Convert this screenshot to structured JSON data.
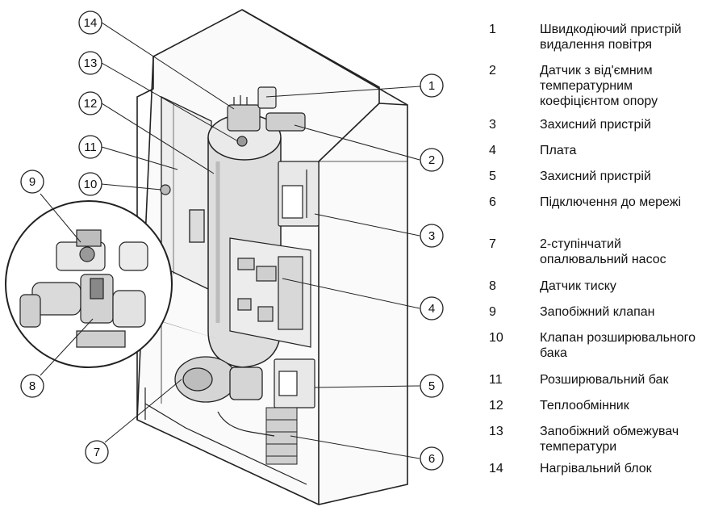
{
  "callouts": [
    "1",
    "2",
    "3",
    "4",
    "5",
    "6",
    "7",
    "8",
    "9",
    "10",
    "11",
    "12",
    "13",
    "14"
  ],
  "legend": [
    {
      "num": "1",
      "text": "Швидкодіючий пристрій видалення повітря"
    },
    {
      "num": "2",
      "text": "Датчик з від'ємним температурним коефіцієнтом опору"
    },
    {
      "num": "3",
      "text": "Захисний пристрій"
    },
    {
      "num": "4",
      "text": "Плата"
    },
    {
      "num": "5",
      "text": "Захисний пристрій"
    },
    {
      "num": "6",
      "text": "Підключення до мережі"
    },
    {
      "num": "7",
      "text": "2-ступінчатий опалювальний насос"
    },
    {
      "num": "8",
      "text": "Датчик тиску"
    },
    {
      "num": "9",
      "text": "Запобіжний клапан"
    },
    {
      "num": "10",
      "text": "Клапан розширювального бака"
    },
    {
      "num": "11",
      "text": "Розширювальний бак"
    },
    {
      "num": "12",
      "text": "Теплообмінник"
    },
    {
      "num": "13",
      "text": "Запобіжний обмежувач температури"
    },
    {
      "num": "14",
      "text": "Нагрівальний блок"
    }
  ]
}
